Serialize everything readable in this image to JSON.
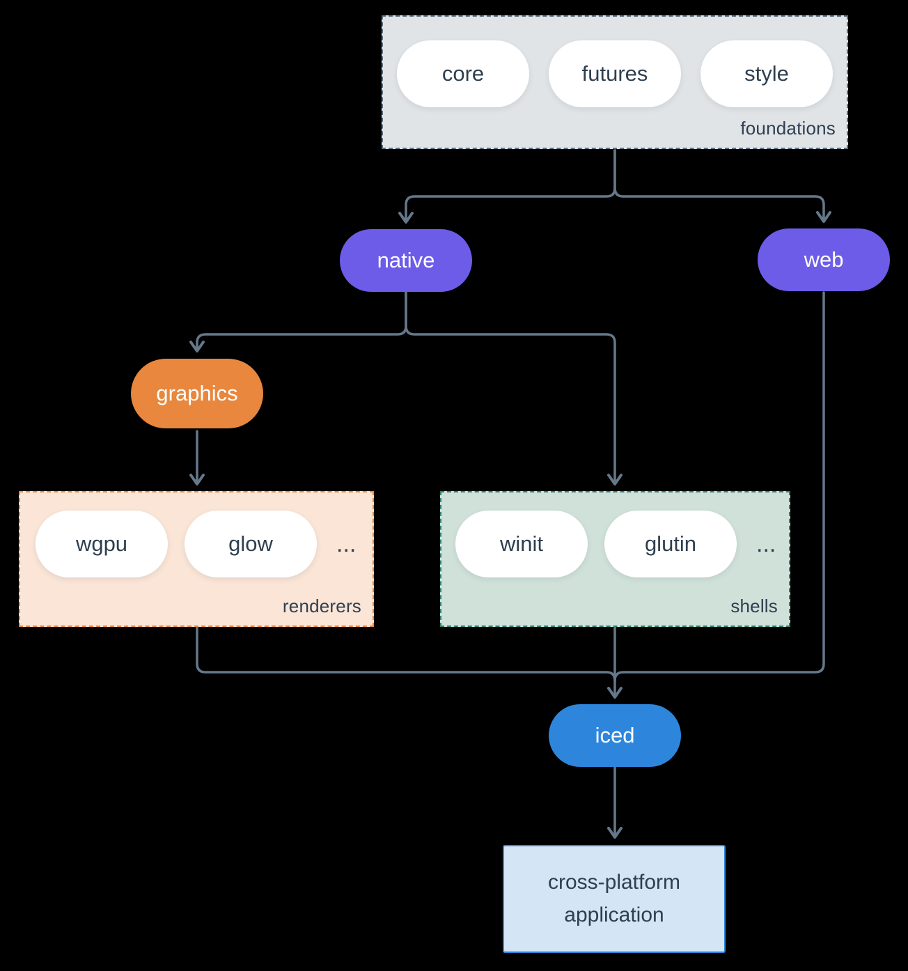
{
  "colors": {
    "background": "#000000",
    "edge": "#65788a",
    "node_text_dark": "#2e3f4f",
    "platform_purple": "#6c5ce8",
    "graphics_orange": "#e8873d",
    "iced_blue": "#2e86dc",
    "foundations_fill": "#e0e4e7",
    "foundations_border": "#5c6e7e",
    "renderers_fill": "#fae5d7",
    "renderers_border": "#e8873d",
    "shells_fill": "#d0e1da",
    "shells_border": "#2f7f72",
    "application_fill": "#d4e5f6"
  },
  "diagram": {
    "foundations": {
      "label": "foundations",
      "pills": [
        "core",
        "futures",
        "style"
      ]
    },
    "native": {
      "label": "native"
    },
    "web": {
      "label": "web"
    },
    "graphics": {
      "label": "graphics"
    },
    "renderers": {
      "label": "renderers",
      "pills": [
        "wgpu",
        "glow"
      ],
      "ellipsis": "..."
    },
    "shells": {
      "label": "shells",
      "pills": [
        "winit",
        "glutin"
      ],
      "ellipsis": "..."
    },
    "iced": {
      "label": "iced"
    },
    "application": {
      "line1": "cross-platform",
      "line2": "application"
    }
  }
}
